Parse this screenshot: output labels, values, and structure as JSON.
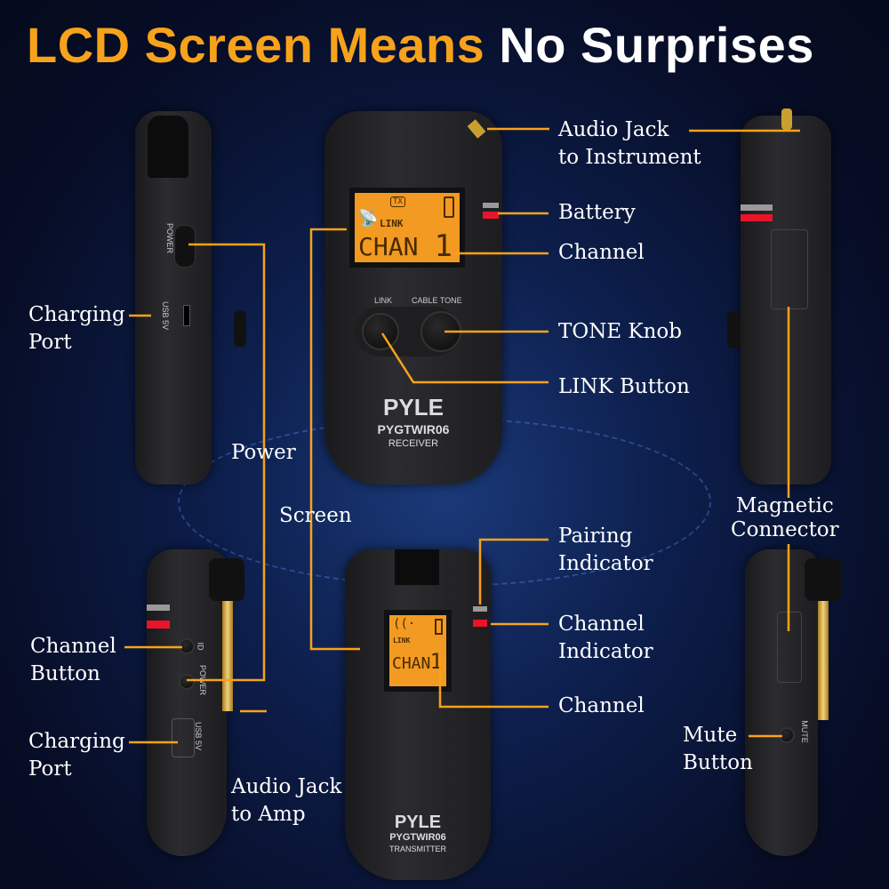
{
  "title": {
    "part1": "LCD Screen Means",
    "part2": "No Surprises"
  },
  "accent": "#f7a21b",
  "labels": {
    "audio_jack_instrument": [
      "Audio Jack",
      "to Instrument"
    ],
    "battery": "Battery",
    "channel_top": "Channel",
    "tone_knob": "TONE Knob",
    "link_button": "LINK Button",
    "charging_port_top": [
      "Charging",
      "Port"
    ],
    "power": "Power",
    "screen": "Screen",
    "magnetic_connector": [
      "Magnetic",
      "Connector"
    ],
    "pairing_indicator": [
      "Pairing",
      "Indicator"
    ],
    "channel_indicator": [
      "Channel",
      "Indicator"
    ],
    "channel_bottom": "Channel",
    "channel_button": [
      "Channel",
      "Button"
    ],
    "charging_port_bottom": [
      "Charging",
      "Port"
    ],
    "audio_jack_amp": [
      "Audio Jack",
      "to Amp"
    ],
    "mute_button": [
      "Mute",
      "Button"
    ]
  },
  "receiver": {
    "lcd_link": "LINK",
    "lcd_tx": "TX",
    "lcd_chan": "CHAN",
    "lcd_num": "1",
    "btn_link": "LINK",
    "btn_tone": "CABLE TONE",
    "brand": "PYLE",
    "model": "PYGTWIR06",
    "type": "RECEIVER"
  },
  "transmitter": {
    "lcd_link": "LINK",
    "lcd_chan": "CHAN",
    "lcd_num": "1",
    "brand": "PYLE",
    "model": "PYGTWIR06",
    "type": "TRANSMITTER"
  },
  "side_left_top": {
    "power": "POWER",
    "usb": "USB 5V"
  },
  "side_left_bottom": {
    "id": "ID",
    "power": "POWER",
    "usb": "USB 5V"
  },
  "side_right_bottom": {
    "mute": "MUTE"
  }
}
